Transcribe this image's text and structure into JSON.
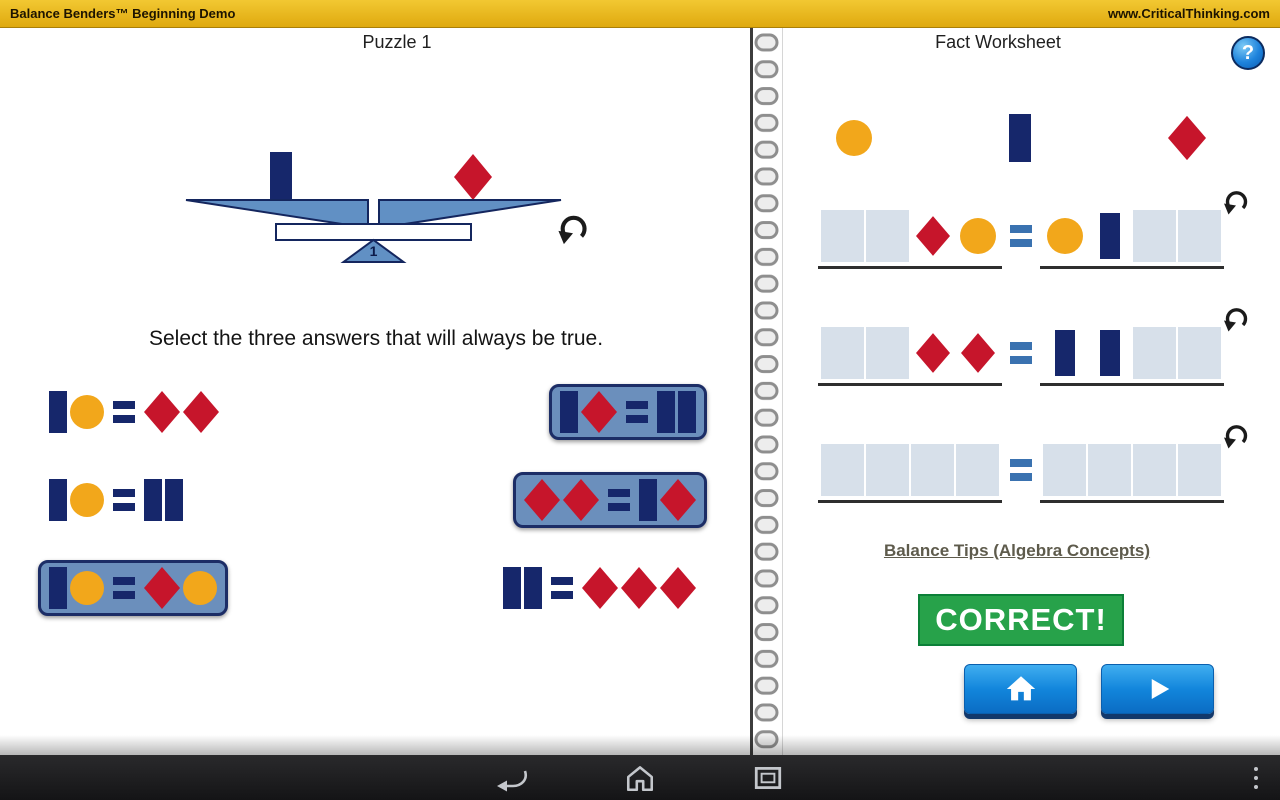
{
  "colors": {
    "navy": "#16276B",
    "red": "#C6152B",
    "yellow": "#F2A71B",
    "steel_blue": "#3A72B0",
    "selected_bg": "#6B8FBC",
    "correct_green": "#27A24A",
    "button_blue": "#1286DC",
    "topbar_gold": "#E5B31E"
  },
  "topbar": {
    "title": "Balance Benders™ Beginning Demo",
    "url": "www.CriticalThinking.com"
  },
  "puzzle": {
    "title": "Puzzle 1",
    "instruction": "Select the three answers that will always be true.",
    "scale": {
      "left_pan": [
        "bar"
      ],
      "right_pan": [
        "diamond"
      ],
      "fulcrum_label": "1",
      "state": "balanced"
    },
    "answers": [
      {
        "left": [
          "bar",
          "circle"
        ],
        "right": [
          "diamond",
          "diamond"
        ],
        "selected": false
      },
      {
        "left": [
          "bar",
          "circle"
        ],
        "right": [
          "bar",
          "bar"
        ],
        "selected": false
      },
      {
        "left": [
          "bar",
          "circle"
        ],
        "right": [
          "diamond",
          "circle"
        ],
        "selected": true
      },
      {
        "left": [
          "bar",
          "diamond"
        ],
        "right": [
          "bar",
          "bar"
        ],
        "selected": true
      },
      {
        "left": [
          "diamond",
          "diamond"
        ],
        "right": [
          "bar",
          "diamond"
        ],
        "selected": true
      },
      {
        "left": [
          "bar",
          "bar"
        ],
        "right": [
          "diamond",
          "diamond",
          "diamond"
        ],
        "selected": false
      }
    ]
  },
  "worksheet": {
    "title": "Fact Worksheet",
    "help_label": "?",
    "palette": [
      "circle",
      "bar",
      "diamond"
    ],
    "rows": [
      {
        "left": [
          null,
          null,
          "diamond",
          "circle"
        ],
        "right": [
          "circle",
          "bar",
          null,
          null
        ]
      },
      {
        "left": [
          null,
          null,
          "diamond",
          "diamond"
        ],
        "right": [
          "bar",
          "bar",
          null,
          null
        ]
      },
      {
        "left": [
          null,
          null,
          null,
          null
        ],
        "right": [
          null,
          null,
          null,
          null
        ]
      }
    ],
    "tips_link": "Balance Tips (Algebra Concepts)",
    "status_text": "CORRECT!"
  },
  "android_nav": {
    "icons": [
      "back-icon",
      "home-icon",
      "recents-icon",
      "overflow-menu-icon"
    ]
  }
}
